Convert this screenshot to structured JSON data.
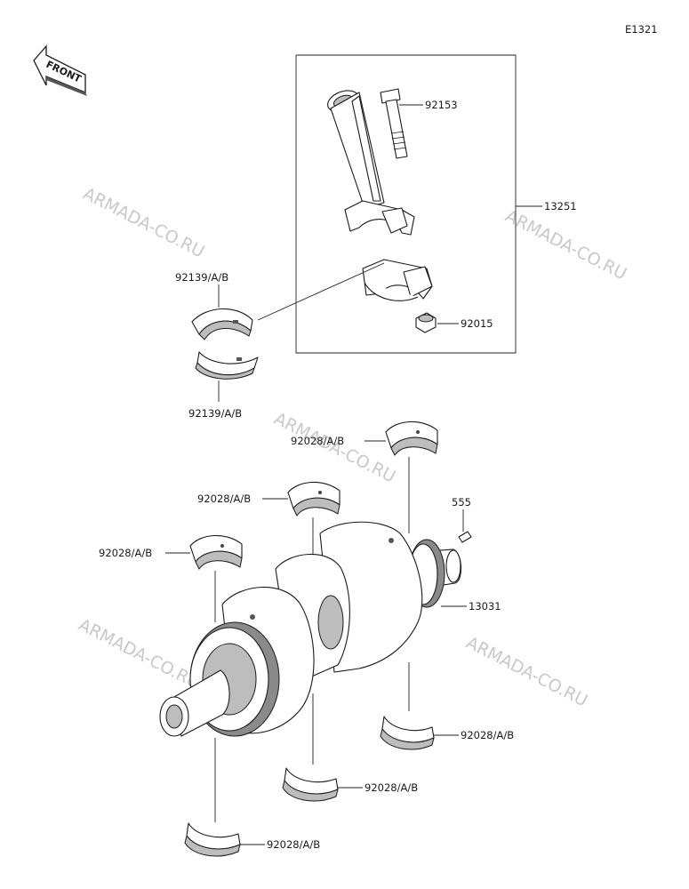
{
  "diagram_code": "E1321",
  "front_label": "FRONT",
  "watermark": "ARMADA-CO.RU",
  "labels": {
    "bolt": "92153",
    "conrod_assy": "13251",
    "nut": "92015",
    "conrod_bearing_top": "92139/A/B",
    "conrod_bearing_bottom": "92139/A/B",
    "main_bearing_1": "92028/A/B",
    "main_bearing_2": "92028/A/B",
    "main_bearing_3": "92028/A/B",
    "main_bearing_4": "92028/A/B",
    "main_bearing_5": "92028/A/B",
    "main_bearing_6": "92028/A/B",
    "pin": "555",
    "crankshaft": "13031"
  }
}
